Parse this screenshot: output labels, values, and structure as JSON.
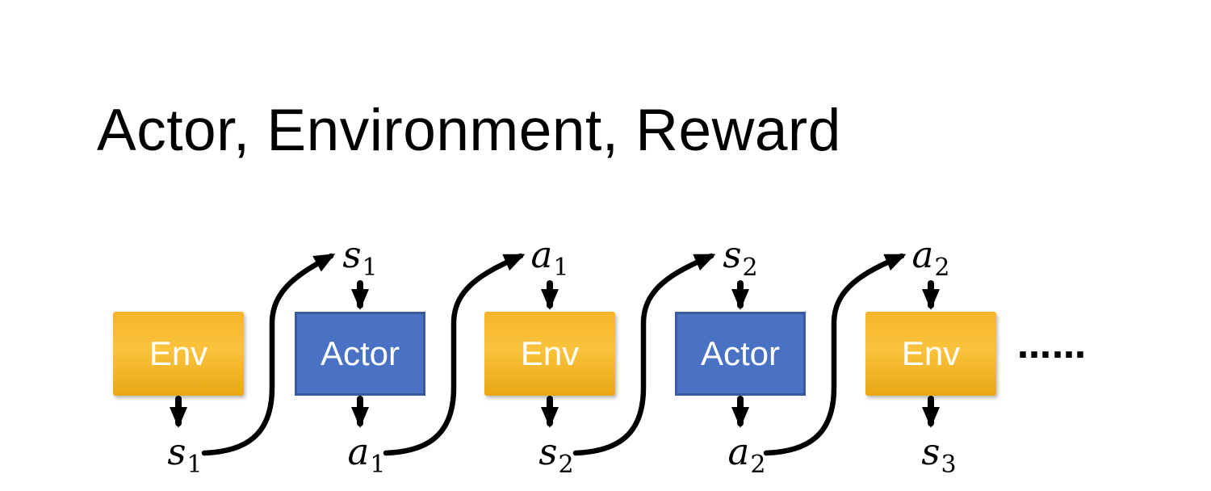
{
  "title": "Actor, Environment, Reward",
  "ellipsis": "……",
  "columns": [
    {
      "type": "env",
      "label": "Env",
      "top_label": null,
      "bottom_label": {
        "base": "s",
        "sub": "1"
      }
    },
    {
      "type": "actor",
      "label": "Actor",
      "top_label": {
        "base": "s",
        "sub": "1"
      },
      "bottom_label": {
        "base": "a",
        "sub": "1"
      }
    },
    {
      "type": "env",
      "label": "Env",
      "top_label": {
        "base": "a",
        "sub": "1"
      },
      "bottom_label": {
        "base": "s",
        "sub": "2"
      }
    },
    {
      "type": "actor",
      "label": "Actor",
      "top_label": {
        "base": "s",
        "sub": "2"
      },
      "bottom_label": {
        "base": "a",
        "sub": "2"
      }
    },
    {
      "type": "env",
      "label": "Env",
      "top_label": {
        "base": "a",
        "sub": "2"
      },
      "bottom_label": {
        "base": "s",
        "sub": "3"
      }
    }
  ],
  "colors": {
    "title": "#000000",
    "env_fill_top": "#F6B42C",
    "env_fill_mid": "#FBC23C",
    "env_fill_bottom": "#E8A814",
    "actor_fill": "#4A72C4",
    "actor_border": "#3A5C9E",
    "box_text": "#FFFFFF",
    "arrow": "#000000"
  }
}
